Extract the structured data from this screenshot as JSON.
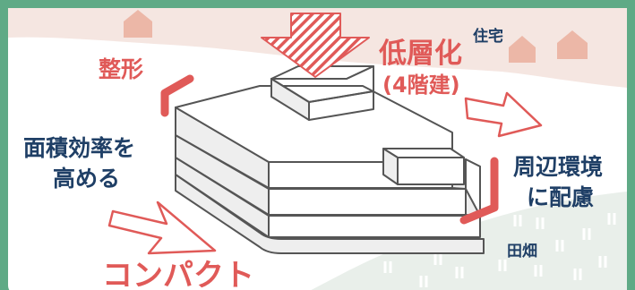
{
  "labels": {
    "seikei": "整形",
    "teisouka": "低層化",
    "kaidate": "(4階建)",
    "jutaku": "住宅",
    "menseki_1": "面積効率を",
    "menseki_2": "高める",
    "shuhen_1": "周辺環境",
    "shuhen_2": "に配慮",
    "denbata": "田畑",
    "compact": "コンパクト"
  },
  "colors": {
    "frame": "#5faa86",
    "accent": "#e05a58",
    "navy": "#1f3f66",
    "sky": "#f5e6e1",
    "house": "#ecb7a7",
    "field": "#e9efea",
    "field_mark": "#ffffff",
    "outline": "#555555",
    "building_face": "#ffffff",
    "building_side": "#eeeeee"
  },
  "icons": [
    "house-icon",
    "down-arrow-icon",
    "bracket-icon",
    "arrow-icon",
    "field-mark-icon"
  ]
}
